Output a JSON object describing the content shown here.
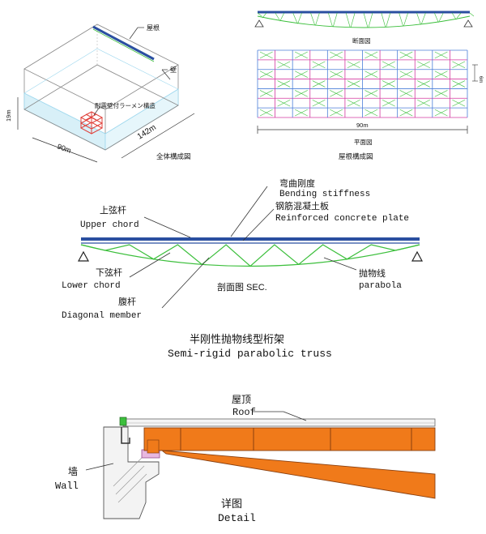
{
  "overview": {
    "label_roof": "屋根",
    "label_wall": "壁",
    "label_frame": "耐震壁付ラーメン構造",
    "dim_height": "19m",
    "dim_width": "90m",
    "dim_length": "142m",
    "caption": "全体構成図"
  },
  "roof_plan": {
    "section_caption": "断面図",
    "plan_caption": "平面図",
    "dim_span": "90m",
    "dim_bay": "6m",
    "caption": "屋根構成図"
  },
  "section": {
    "bending_zh": "弯曲刚度",
    "bending_en": "Bending stiffness",
    "rc_plate_zh": "钢筋混凝土板",
    "rc_plate_en": "Reinforced concrete plate",
    "upper_chord_zh": "上弦杆",
    "upper_chord_en": "Upper chord",
    "lower_chord_zh": "下弦杆",
    "lower_chord_en": "Lower chord",
    "diagonal_zh": "腹杆",
    "diagonal_en": "Diagonal member",
    "parabola_zh": "抛物线",
    "parabola_en": "parabola",
    "sec_label": "剖面图  SEC.",
    "title_zh": "半刚性抛物线型桁架",
    "title_en": "Semi-rigid parabolic truss"
  },
  "detail": {
    "roof_zh": "屋顶",
    "roof_en": "Roof",
    "wall_zh": "墙",
    "wall_en": "Wall",
    "detail_zh": "详图",
    "detail_en": "Detail"
  },
  "colors": {
    "chord": "#2a4fa0",
    "diagonal": "#3cbf3c",
    "beam": "#f07a1a",
    "grid": "#4a7ed8",
    "grid_accent": "#d43aa0",
    "wall_cyan": "#9fd8ee"
  }
}
